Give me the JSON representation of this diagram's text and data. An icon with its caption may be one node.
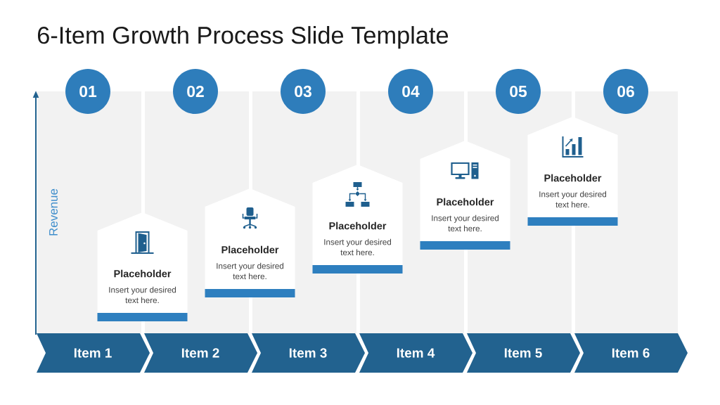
{
  "diagram": {
    "title": "6-Item Growth Process Slide Template",
    "nodes": [
      {
        "text": [
          "01"
        ]
      },
      {
        "text": [
          "02"
        ]
      },
      {
        "text": [
          "03"
        ]
      },
      {
        "text": [
          "04"
        ]
      },
      {
        "text": [
          "05"
        ]
      },
      {
        "text": [
          "06"
        ]
      },
      {
        "text": [
          "Placeholder",
          "Insert your desired text here."
        ]
      },
      {
        "text": [
          "Placeholder",
          "Insert your desired text here."
        ]
      },
      {
        "text": [
          "Placeholder",
          "Insert your desired text here."
        ]
      },
      {
        "text": [
          "Placeholder",
          "Insert your desired text here."
        ]
      },
      {
        "text": [
          "Placeholder",
          "Insert your desired text here."
        ]
      },
      {
        "text": [
          "Item 1"
        ]
      },
      {
        "text": [
          "Item 2"
        ]
      },
      {
        "text": [
          "Item 3"
        ]
      },
      {
        "text": [
          "Item 4"
        ]
      },
      {
        "text": [
          "Item 5"
        ]
      },
      {
        "text": [
          "Item 6"
        ]
      }
    ],
    "labels": [
      "Revenue"
    ]
  }
}
